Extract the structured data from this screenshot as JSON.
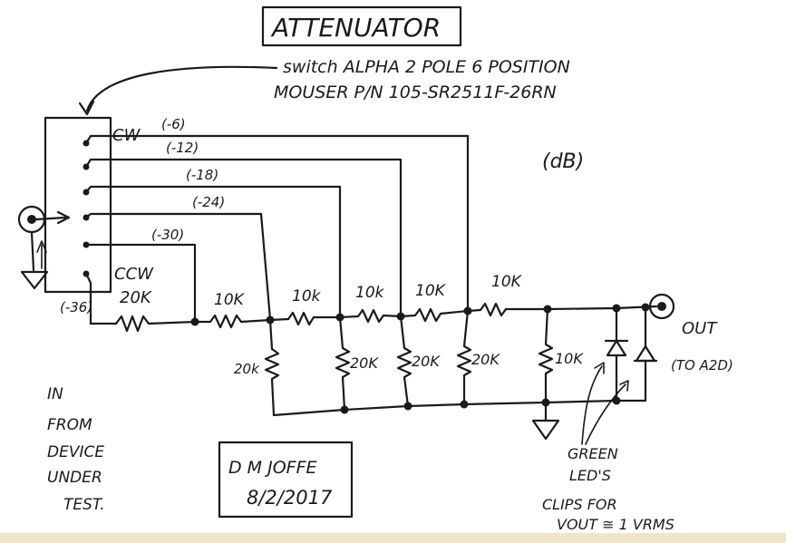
{
  "title": "ATTENUATOR",
  "switch_desc_line1": "switch ALPHA 2 POLE 6 POSITION",
  "switch_desc_line2": "MOUSER P/N 105-SR2511F-26RN",
  "units": "(dB)",
  "switch": {
    "cw": "CW",
    "ccw": "CCW",
    "positions": [
      "(-6)",
      "(-12)",
      "(-18)",
      "(-24)",
      "(-30)",
      "(-36)"
    ]
  },
  "resistors": {
    "series_input": "20K",
    "series": [
      "10K",
      "10k",
      "10k",
      "10K",
      "10K"
    ],
    "shunt": [
      "20k",
      "20K",
      "20K",
      "20K",
      "10K"
    ]
  },
  "output": {
    "label": "OUT",
    "dest": "(TO A2D)"
  },
  "input": {
    "line1": "IN",
    "line2": "FROM",
    "line3": "DEVICE",
    "line4": "UNDER",
    "line5": "TEST."
  },
  "led_note": {
    "line1": "GREEN",
    "line2": "LED'S",
    "line3": "CLIPS FOR",
    "line4": "VOUT ≅ 1 VRMS"
  },
  "signature": {
    "name": "D M JOFFE",
    "date": "8/2/2017"
  },
  "colors": {
    "ink": "#1a1a1a",
    "paper": "#ffffff",
    "band": "#efe6c8"
  }
}
